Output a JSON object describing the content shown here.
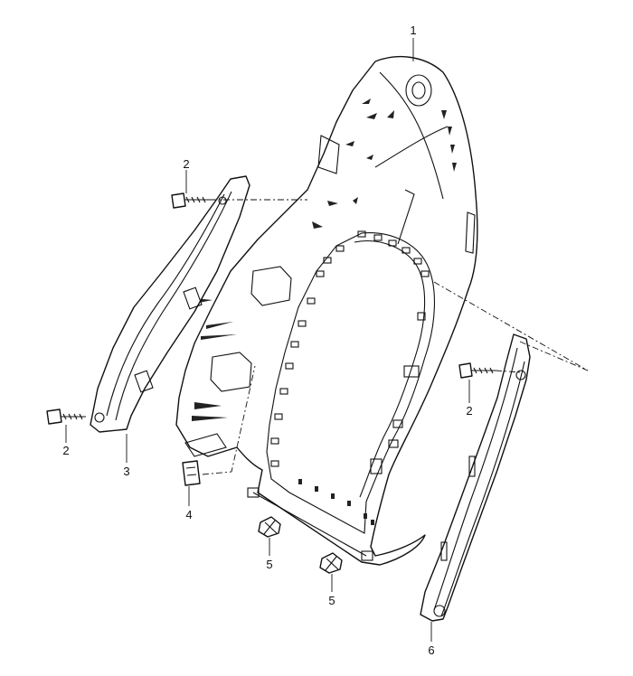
{
  "callouts": [
    {
      "id": "c1",
      "label": "1"
    },
    {
      "id": "c2a",
      "label": "2"
    },
    {
      "id": "c2b",
      "label": "2"
    },
    {
      "id": "c2c",
      "label": "2"
    },
    {
      "id": "c3",
      "label": "3"
    },
    {
      "id": "c4",
      "label": "4"
    },
    {
      "id": "c5a",
      "label": "5"
    },
    {
      "id": "c5b",
      "label": "5"
    },
    {
      "id": "c6",
      "label": "6"
    }
  ],
  "colors": {
    "line": "#111111",
    "background": "#ffffff"
  }
}
